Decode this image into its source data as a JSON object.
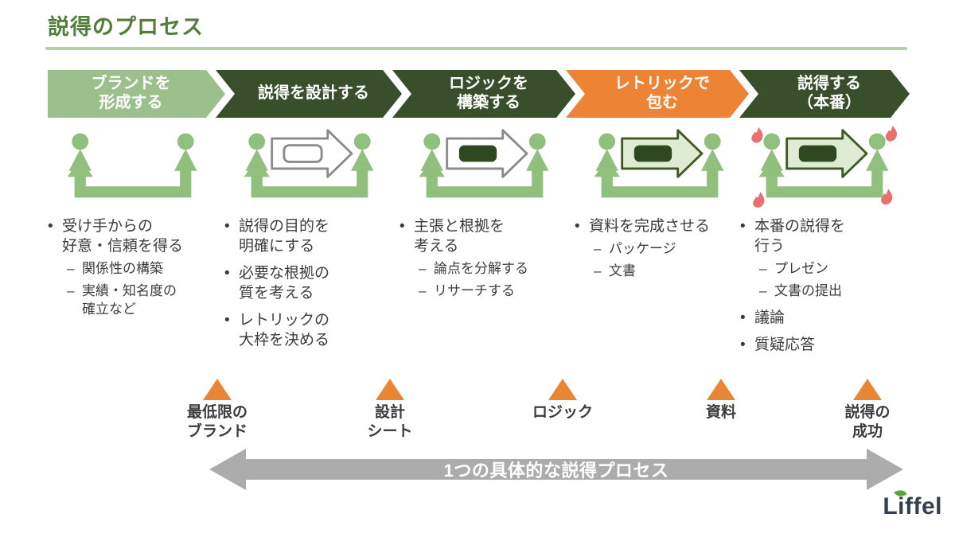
{
  "title": "説得のプロセス",
  "steps": [
    {
      "id": "brand",
      "label": "ブランドを\n形成する",
      "color": "#9CC08C",
      "icon": "people-loop",
      "bullets": [
        {
          "level": 1,
          "text": "受け手からの\n好意・信頼を得る"
        },
        {
          "level": 2,
          "text": "関係性の構築"
        },
        {
          "level": 2,
          "text": "実績・知名度の\n確立など"
        }
      ]
    },
    {
      "id": "design",
      "label": "説得を設計する",
      "color": "#394F2B",
      "icon": "arrow-empty",
      "bullets": [
        {
          "level": 1,
          "text": "説得の目的を\n明確にする"
        },
        {
          "level": 1,
          "text": "必要な根拠の\n質を考える"
        },
        {
          "level": 1,
          "text": "レトリックの\n大枠を決める"
        }
      ]
    },
    {
      "id": "logic",
      "label": "ロジックを\n構築する",
      "color": "#394F2B",
      "icon": "arrow-filled",
      "bullets": [
        {
          "level": 1,
          "text": "主張と根拠を\n考える"
        },
        {
          "level": 2,
          "text": "論点を分解する"
        },
        {
          "level": 2,
          "text": "リサーチする"
        }
      ]
    },
    {
      "id": "rhetoric",
      "label": "レトリックで\n包む",
      "color": "#ED8435",
      "icon": "arrow-green",
      "bullets": [
        {
          "level": 1,
          "text": "資料を完成させる"
        },
        {
          "level": 2,
          "text": "パッケージ"
        },
        {
          "level": 2,
          "text": "文書"
        }
      ]
    },
    {
      "id": "persuade",
      "label": "説得する\n（本番）",
      "color": "#394F2B",
      "icon": "arrow-green-flames",
      "bullets": [
        {
          "level": 1,
          "text": "本番の説得を\n行う"
        },
        {
          "level": 2,
          "text": "プレゼン"
        },
        {
          "level": 2,
          "text": "文書の提出"
        },
        {
          "level": 1,
          "text": "議論"
        },
        {
          "level": 1,
          "text": "質疑応答"
        }
      ]
    }
  ],
  "milestones": [
    {
      "label": "最低限の\nブランド"
    },
    {
      "label": "設計\nシート"
    },
    {
      "label": "ロジック"
    },
    {
      "label": "資料"
    },
    {
      "label": "説得の\n成功"
    }
  ],
  "bottom_arrow": {
    "label": "1つの具体的な説得プロセス"
  },
  "logo": {
    "text": "Liffel"
  },
  "colors": {
    "title_green": "#527E3B",
    "underline_green": "#B7D1A3",
    "step_light_green": "#9CC08C",
    "step_dark_green": "#394F2B",
    "step_orange": "#ED8435",
    "icon_green": "#90BF7E",
    "icon_pale_green": "#DFECD3",
    "icon_dark_green": "#2E481F",
    "icon_outline_gray": "#8A8A8A",
    "arrow_outline_green": "#3E5A23",
    "flame_red": "#E97070",
    "milestone_orange": "#E98634",
    "span_arrow_gray": "#ACACAC",
    "text_dark": "#3C3C3C",
    "logo_navy": "#333F50",
    "leaf_green": "#5BA33B"
  }
}
